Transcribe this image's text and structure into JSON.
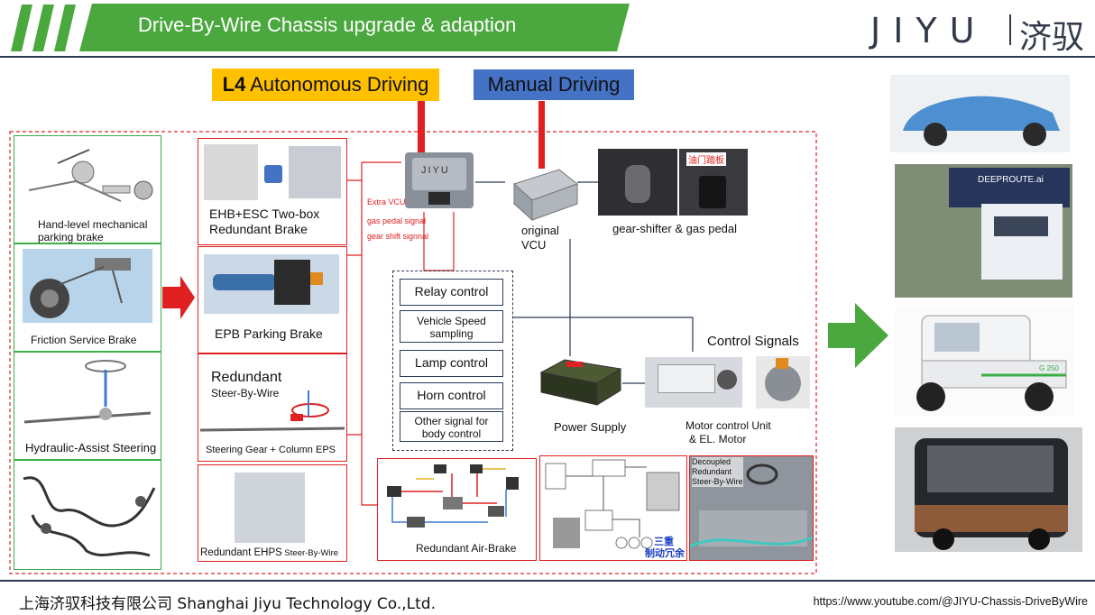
{
  "header": {
    "title": "Drive-By-Wire Chassis upgrade & adaption",
    "logo_latin": "JIYU",
    "logo_cn": "济驭"
  },
  "modes": {
    "l4_bold": "L4",
    "l4_rest": " Autonomous Driving",
    "manual": "Manual Driving"
  },
  "left_column": [
    {
      "label": "Hand-level mechanical parking brake"
    },
    {
      "label": "Friction Service Brake"
    },
    {
      "label": "Hydraulic-Assist Steering"
    }
  ],
  "left_column_label_lines": {
    "hand_line1": "Hand-level mechanical",
    "hand_line2": "parking brake"
  },
  "redundant_column": {
    "ehb_line1": "EHB+ESC Two-box",
    "ehb_line2": "Redundant Brake",
    "epb": "EPB Parking Brake",
    "steer_title": "Redundant",
    "steer_sub": "Steer-By-Wire",
    "steer_caption": "Steering Gear + Column EPS",
    "ehps_main": "Redundant EHPS",
    "ehps_small": " Steer-By-Wire"
  },
  "vcu": {
    "extra_vcu_logo": "JIYU",
    "extra_lines": [
      "Extra VCU",
      "gas pedal signal",
      "gear shift signnal"
    ],
    "original_line1": "original",
    "original_line2": "VCU",
    "gear_pedal": "gear-shifter & gas pedal",
    "pedal_sign": "油门踏板"
  },
  "control_panel": {
    "items": [
      "Relay control",
      "Vehicle Speed sampling",
      "Lamp control",
      "Horn control",
      "Other signal for body control"
    ],
    "speed_line1": "Vehicle Speed",
    "speed_line2": "sampling",
    "other_line1": "Other signal for",
    "other_line2": "body control"
  },
  "power": {
    "supply": "Power Supply",
    "control_signals": "Control Signals",
    "motor_line1": "Motor control Unit",
    "motor_line2": "& EL. Motor"
  },
  "bottom_row": {
    "air_brake": "Redundant Air-Brake",
    "triple_line1": "三重",
    "triple_line2": "制动冗余",
    "decoupled_line1": "Decoupled",
    "decoupled_line2": "Redundant",
    "decoupled_line3": "Steer-By-Wire"
  },
  "vehicles": {
    "truck_brand": "DEEPROUTE.ai",
    "tug_badge": "G 250"
  },
  "footer": {
    "company": "上海济驭科技有限公司 Shanghai Jiyu Technology Co.,Ltd.",
    "url": "https://www.youtube.com/@JIYU-Chassis-DriveByWire"
  },
  "colors": {
    "green": "#4ba83e",
    "red": "#e02020",
    "l4_yellow": "#ffc000",
    "manual_blue": "#4472c4",
    "dark_navy": "#2a3a58"
  }
}
